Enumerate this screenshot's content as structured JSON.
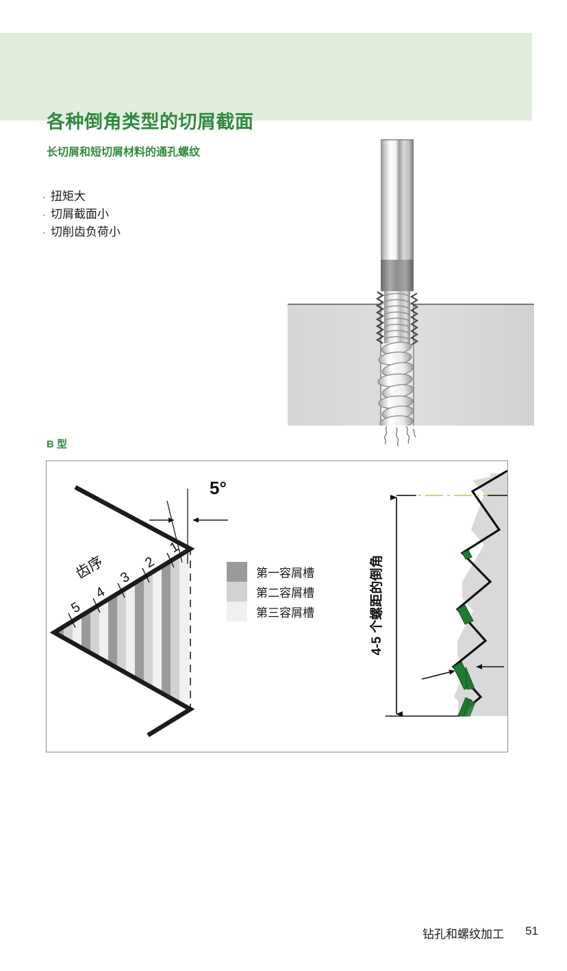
{
  "header": {
    "title": "各种倒角类型的切屑截面",
    "band_color": "#e2eedd",
    "title_color": "#2f8b3f"
  },
  "intro": {
    "subtitle": "长切屑和短切屑材料的通孔螺纹",
    "bullet_marker": "·",
    "bullets": [
      "扭矩大",
      "切屑截面小",
      "切削齿负荷小"
    ]
  },
  "tap_figure": {
    "caption_alt": "丝锥在工件通孔中攻丝，切屑呈螺旋状排出",
    "shank_color_light": "#ffffff",
    "shank_color_dark": "#6f7072",
    "workpiece_color": "#dcdcdc"
  },
  "diagram": {
    "type_label": "B 型",
    "angle_label": "5°",
    "tooth_order_label": "齿序",
    "tooth_numbers": [
      "5",
      "4",
      "3",
      "2",
      "1"
    ],
    "chamfer_label": "4-5 个螺距的倒角",
    "legend": [
      {
        "label": "第一容屑槽",
        "color": "#9a9a9a"
      },
      {
        "label": "第二容屑槽",
        "color": "#d0d2d4"
      },
      {
        "label": "第三容屑槽",
        "color": "#f0f0f0"
      }
    ],
    "chip_color": "#1f7a32",
    "workpiece_color": "#d9d9d9",
    "centerline_color": "#c8cc5a",
    "outline_color": "#1b1b1b"
  },
  "footer": {
    "title": "钻孔和螺纹加工",
    "page_number": "51"
  }
}
